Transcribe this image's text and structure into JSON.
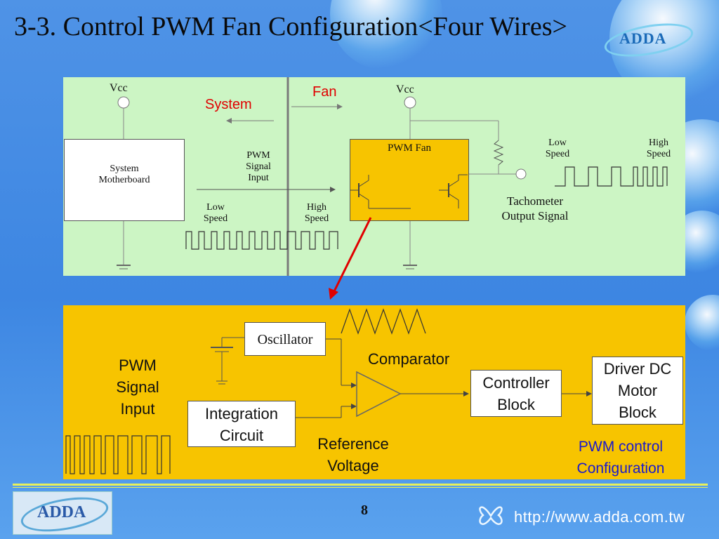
{
  "slide": {
    "title": "3-3. Control PWM Fan Configuration<Four Wires>",
    "logo_text": "ADDA",
    "page_number": "8",
    "url": "http://www.adda.com.tw"
  },
  "top_diagram": {
    "vcc_left": "Vcc",
    "vcc_right": "Vcc",
    "system_label": "System",
    "fan_label": "Fan",
    "motherboard_label": "System\nMotherboard",
    "pwm_signal_input": "PWM\nSignal\nInput",
    "pwm_fan_label": "PWM Fan",
    "low_speed_left": "Low\nSpeed",
    "high_speed_left": "High\nSpeed",
    "low_speed_right": "Low\nSpeed",
    "high_speed_right": "High\nSpeed",
    "tachometer_label": "Tachometer\nOutput Signal"
  },
  "bottom_diagram": {
    "oscillator": "Oscillator",
    "comparator": "Comparator",
    "pwm_signal_input": "PWM\nSignal\nInput",
    "integration_circuit": "Integration\nCircuit",
    "reference_voltage": "Reference\nVoltage",
    "controller_block": "Controller\nBlock",
    "driver_block": "Driver DC\nMotor\nBlock",
    "config_label": "PWM control\nConfiguration"
  },
  "colors": {
    "background": "#3d86e2",
    "top_panel": "#ccf5c4",
    "bottom_panel": "#f7c400",
    "pwm_fan_box": "#f7c400",
    "red_label": "#e00000",
    "config_label": "#1a1acc"
  }
}
